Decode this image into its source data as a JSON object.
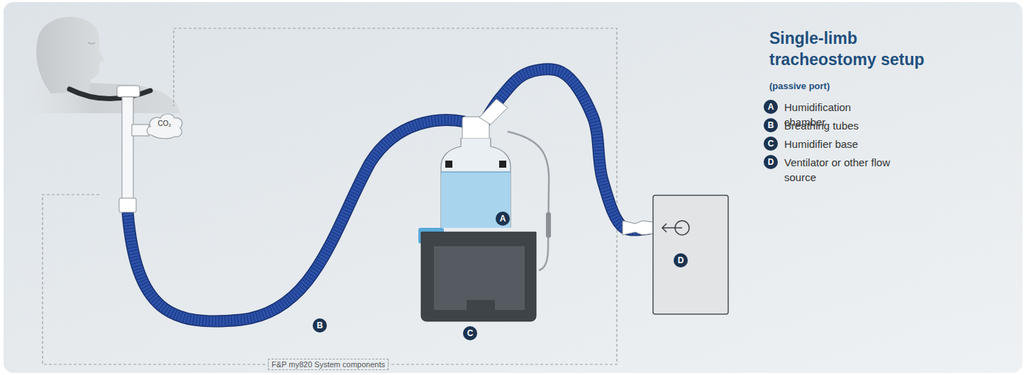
{
  "diagram": {
    "title": "Single-limb tracheostomy setup",
    "nodes": [
      {
        "text": [
          "F&P my820 System components"
        ]
      },
      {
        "text": [
          "A"
        ],
        "in": 0
      },
      {
        "text": [
          "C"
        ],
        "in": 0
      },
      {
        "text": [
          "D"
        ]
      },
      {
        "text": [
          "CO₂"
        ]
      }
    ],
    "edges": [
      {
        "from": 3,
        "to": 1,
        "arrow": "none"
      }
    ],
    "labels": [
      "B",
      "A",
      "B",
      "C",
      "D",
      "(passive port)"
    ],
    "legend": [
      {
        "text": "Humidification chamber"
      },
      {
        "text": "Breathing tubes"
      },
      {
        "text": "Humidifier base"
      },
      {
        "text": "Ventilator or other flow source"
      }
    ]
  }
}
